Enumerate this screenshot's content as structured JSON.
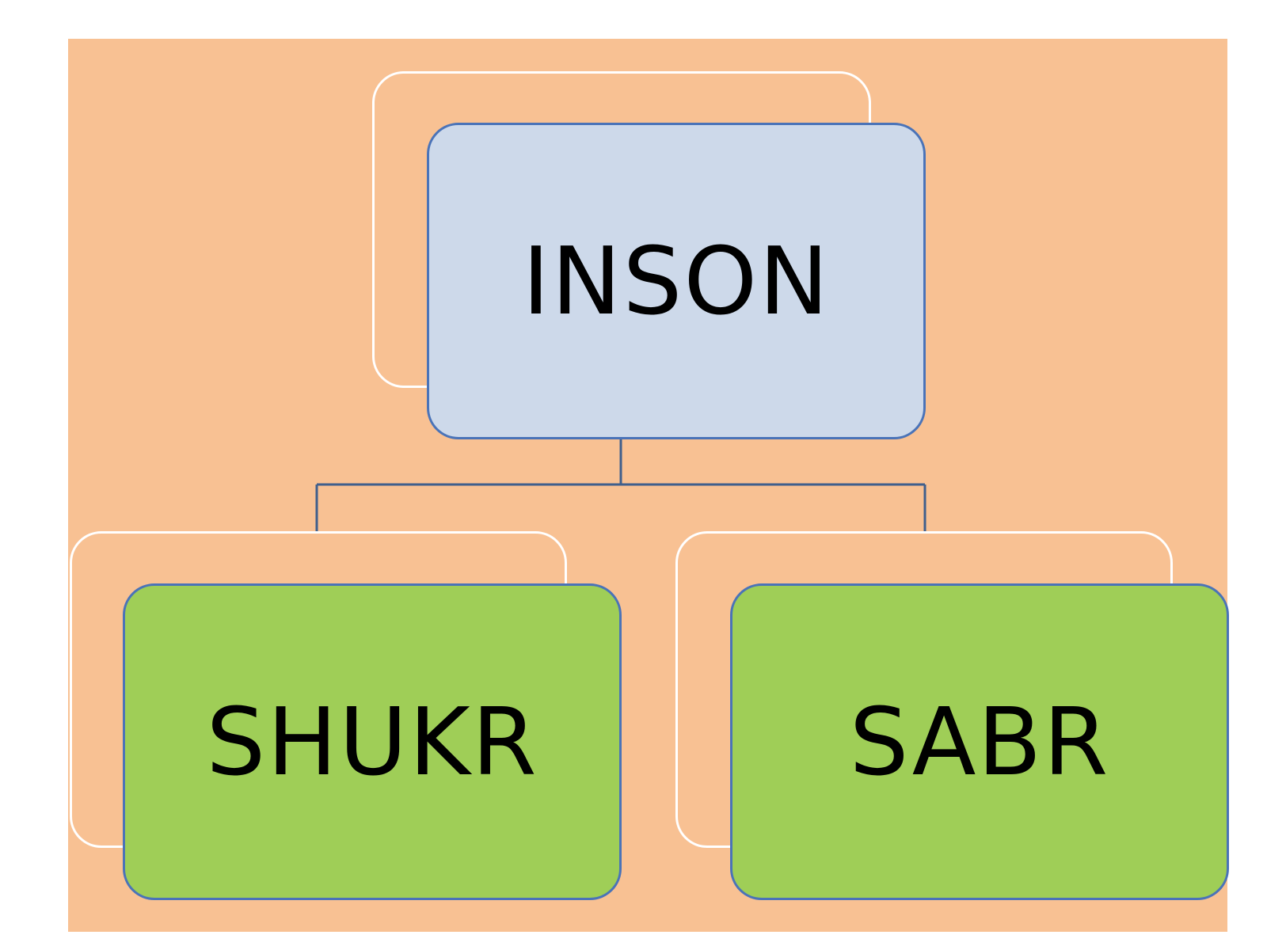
{
  "diagram": {
    "root": {
      "label": "INSON"
    },
    "children": [
      {
        "label": "SHUKR"
      },
      {
        "label": "SABR"
      }
    ]
  },
  "colors": {
    "panel": "#f8c193",
    "root_fill": "#cdd9ea",
    "child_fill": "#9fce57",
    "node_border": "#4a73b8",
    "connector": "#3f5f8c",
    "outline": "#ffffff"
  }
}
